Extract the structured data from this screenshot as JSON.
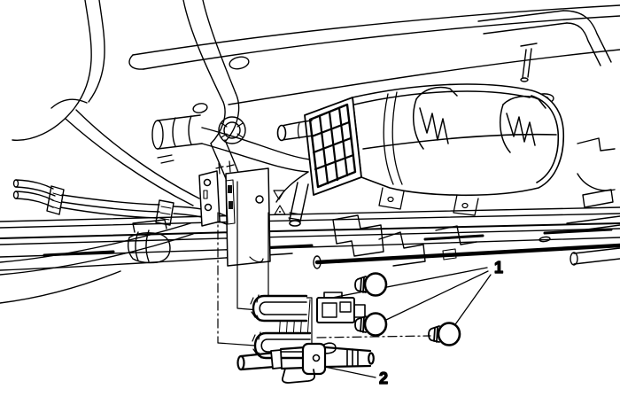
{
  "figure": {
    "type": "technical-line-illustration",
    "description_visible_text_only": true,
    "background_color": "#ffffff",
    "line_color": "#000000",
    "callout_1": {
      "label": "1"
    },
    "callout_2": {
      "label": "2"
    }
  }
}
